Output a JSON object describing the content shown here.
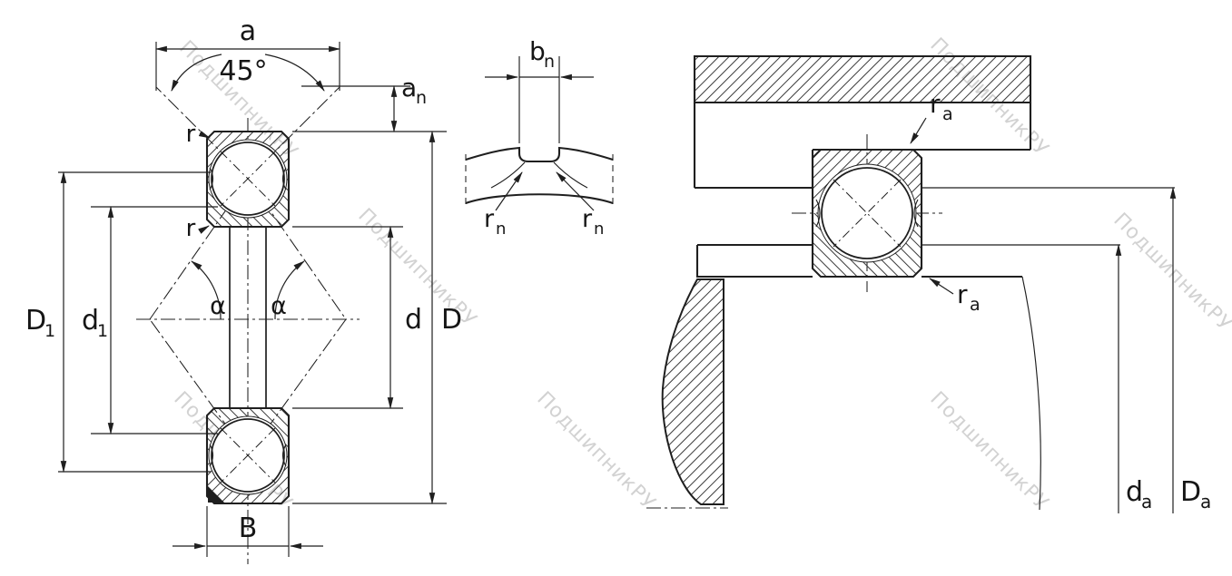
{
  "watermark": {
    "text": "ПодшипникРУ",
    "color": "#c6c6c6"
  },
  "left_view": {
    "dim_a": "a",
    "angle_45": "45°",
    "dim_an": {
      "main": "a",
      "sub": "n"
    },
    "radius_top": "r",
    "radius_bottom": "r",
    "alpha_left": "α",
    "alpha_right": "α",
    "dim_D1": {
      "main": "D",
      "sub": "1"
    },
    "dim_d1": {
      "main": "d",
      "sub": "1"
    },
    "dim_d": "d",
    "dim_D": "D",
    "dim_B": "B"
  },
  "detail_view": {
    "dim_bn": {
      "main": "b",
      "sub": "n"
    },
    "dim_rn_left": {
      "main": "r",
      "sub": "n"
    },
    "dim_rn_right": {
      "main": "r",
      "sub": "n"
    }
  },
  "right_view": {
    "dim_ra_top": {
      "main": "r",
      "sub": "a"
    },
    "dim_ra_bottom": {
      "main": "r",
      "sub": "a"
    },
    "dim_da": {
      "main": "d",
      "sub": "a"
    },
    "dim_Da": {
      "main": "D",
      "sub": "a"
    }
  }
}
